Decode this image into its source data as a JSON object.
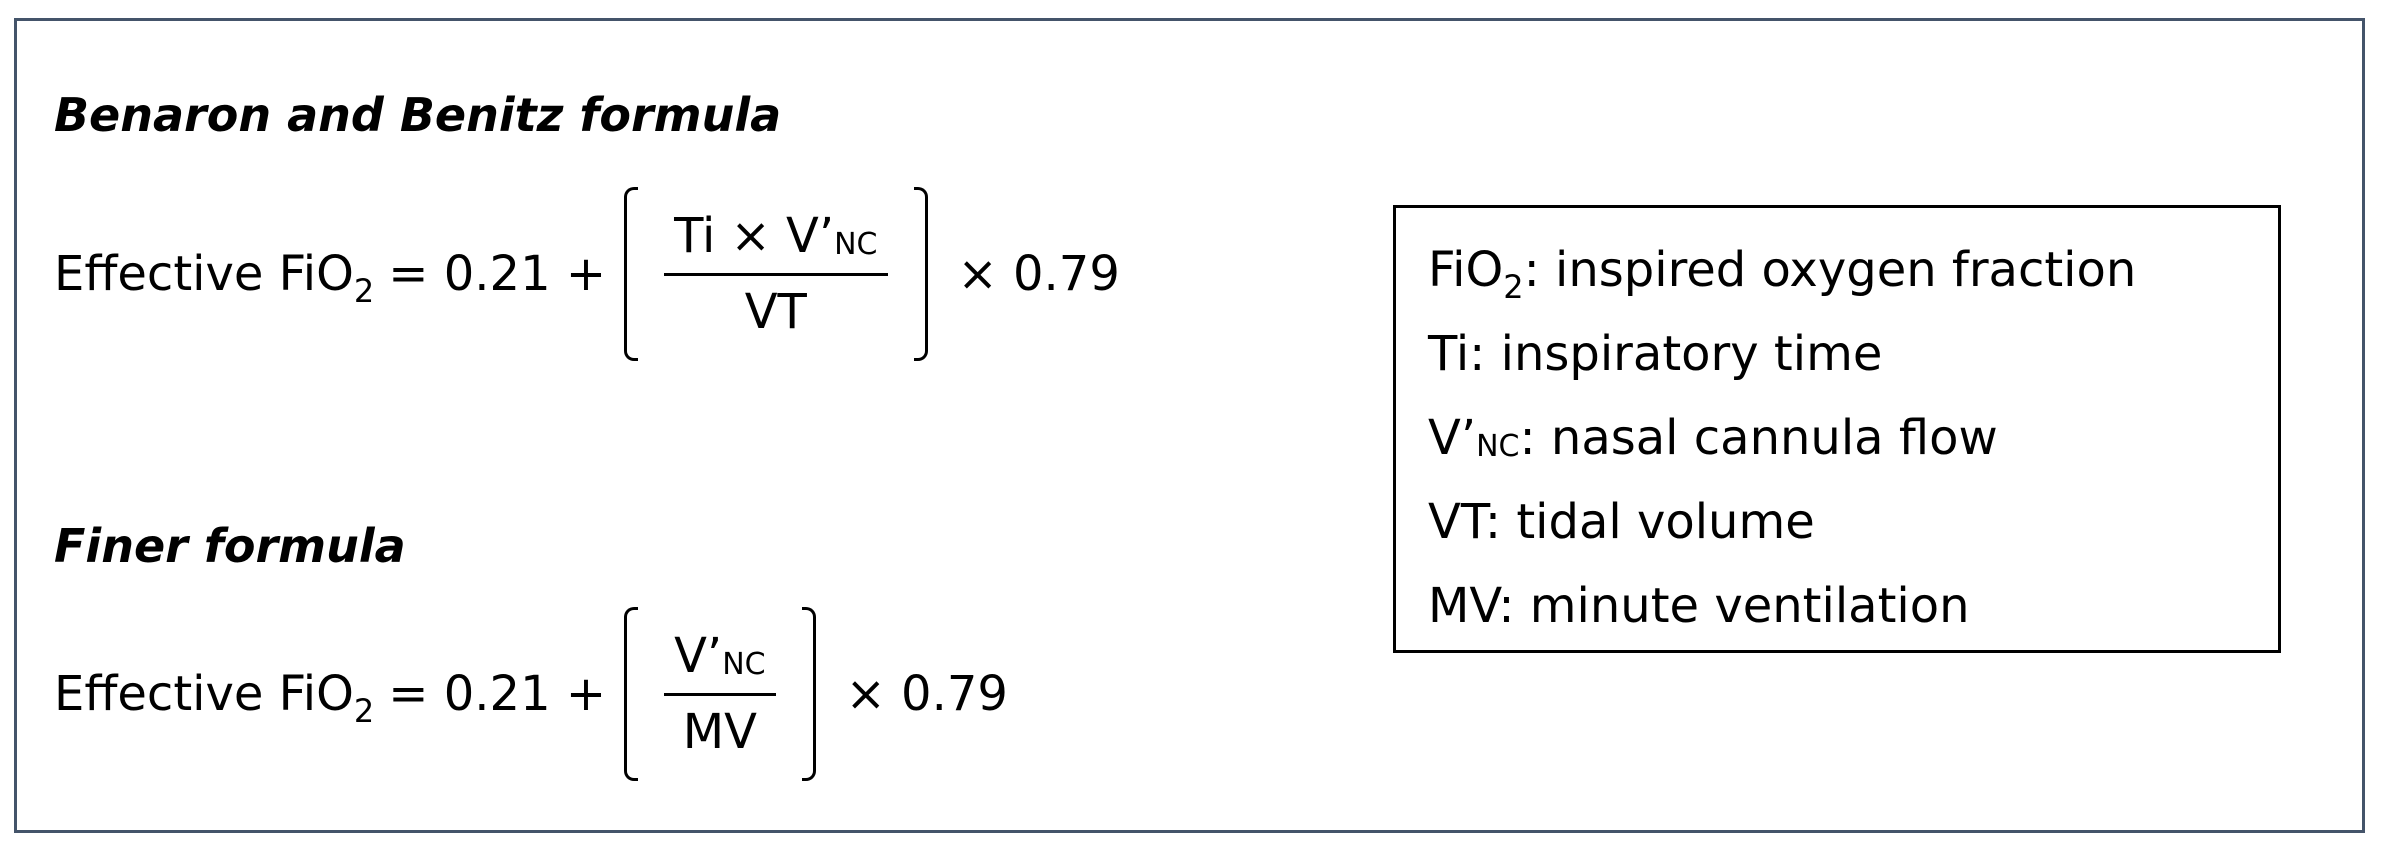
{
  "formulas": [
    {
      "heading": "Benaron and Benitz formula",
      "lhs_prefix": "Effective FiO",
      "lhs_sub": "2",
      "equals_part": "= 0.21 +",
      "numerator_prefix": "Ti × V’",
      "numerator_nc": "NC",
      "denominator": "VT",
      "multiplier": "× 0.79"
    },
    {
      "heading": "Finer formula",
      "lhs_prefix": "Effective FiO",
      "lhs_sub": "2",
      "equals_part": "= 0.21 +",
      "numerator_prefix": "V’",
      "numerator_nc": "NC",
      "denominator": "MV",
      "multiplier": "× 0.79"
    }
  ],
  "legend": {
    "fio2": {
      "prefix": "FiO",
      "sub": "2",
      "desc": ": inspired oxygen fraction"
    },
    "ti": {
      "text": "Ti: inspiratory time"
    },
    "vnc": {
      "prefix": "V’",
      "nc": "NC",
      "desc": ": nasal cannula flow"
    },
    "vt": {
      "text": "VT: tidal volume"
    },
    "mv": {
      "text": "MV: minute ventilation"
    }
  },
  "colors": {
    "frame_border": "#44546a",
    "text": "#000000"
  }
}
